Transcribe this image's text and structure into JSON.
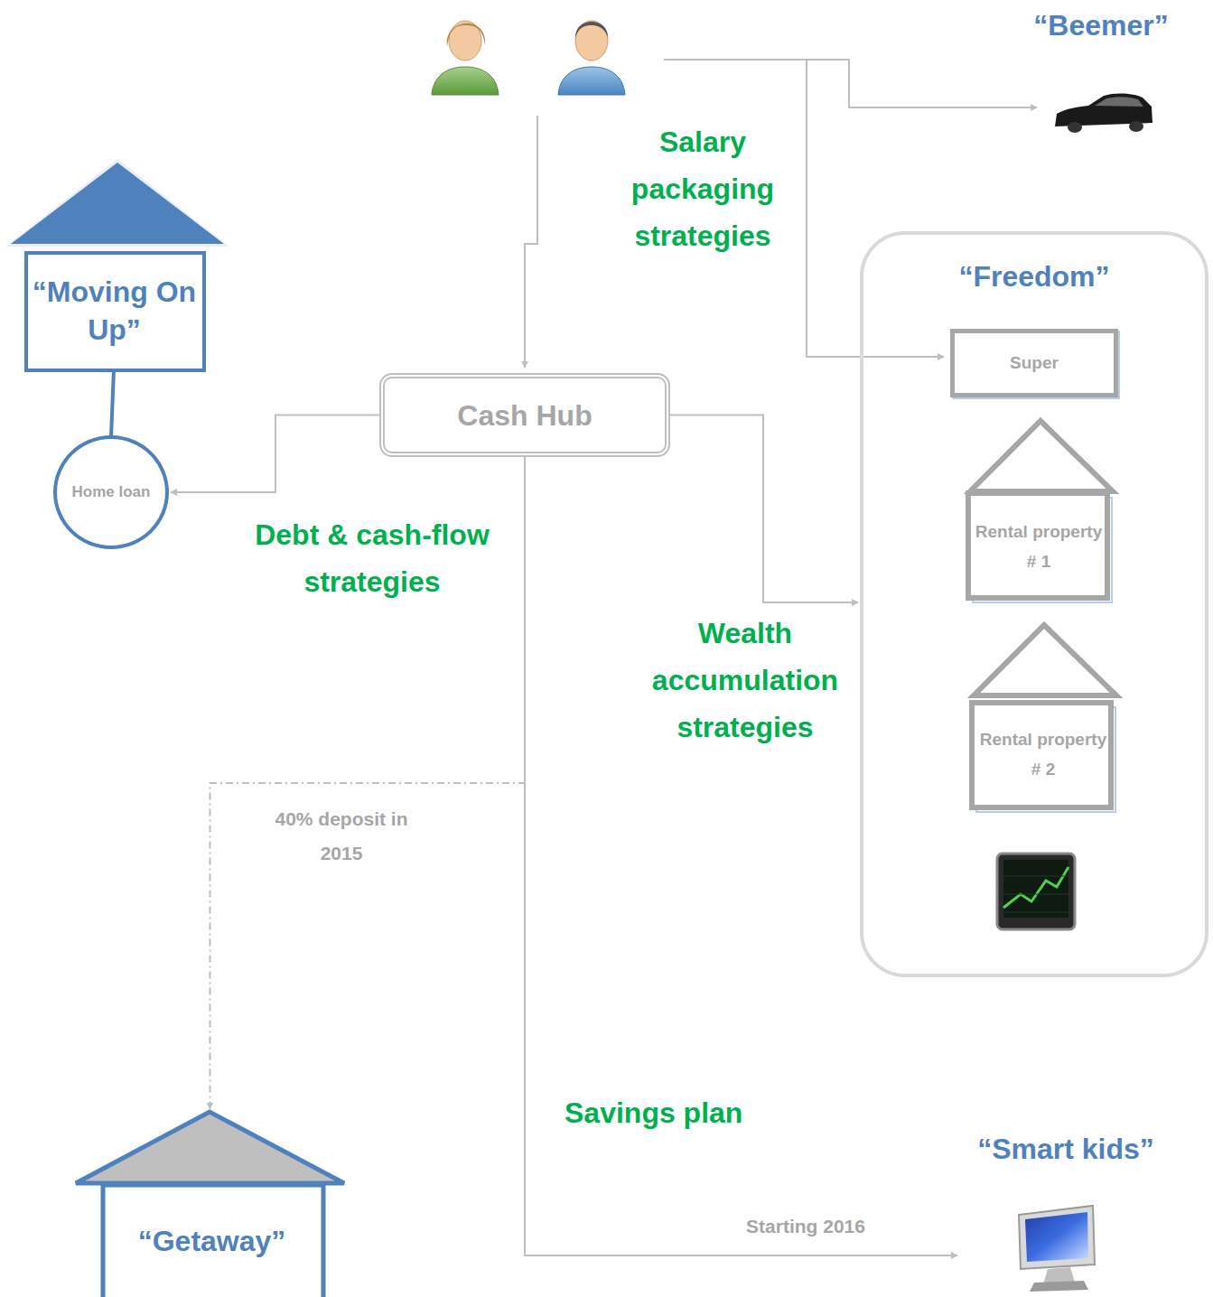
{
  "diagram": {
    "nodes": [
      {
        "text": [
          "“Beemer”"
        ]
      },
      {
        "text": [
          "“Moving On Up”"
        ]
      },
      {
        "text": [
          "“Freedom”"
        ]
      },
      {
        "text": [
          "Super"
        ],
        "in": 2
      },
      {
        "text": [
          "Cash Hub"
        ]
      },
      {
        "text": [
          "Home loan"
        ]
      },
      {
        "text": [
          "Rental property # 1"
        ],
        "in": 2
      },
      {
        "text": [
          "Rental property # 2"
        ],
        "in": 2
      },
      {
        "text": [
          "“Smart kids”"
        ]
      },
      {
        "text": [
          "“Getaway”"
        ]
      }
    ],
    "edges": [
      {
        "from": 4,
        "to": 5,
        "arrow": "to"
      },
      {
        "from": 4,
        "to": 2,
        "arrow": "to"
      },
      {
        "from": 4,
        "to": 9,
        "label": "40% deposit in 2015",
        "arrow": "to"
      },
      {
        "from": 4,
        "to": 8,
        "label": "Starting 2016",
        "arrow": "to"
      },
      {
        "from": 1,
        "to": 5,
        "arrow": "none"
      }
    ],
    "labels": [
      "Salary packaging strategies",
      "Debt & cash-flow strategies",
      "Wealth accumulation strategies",
      "Savings plan"
    ]
  }
}
